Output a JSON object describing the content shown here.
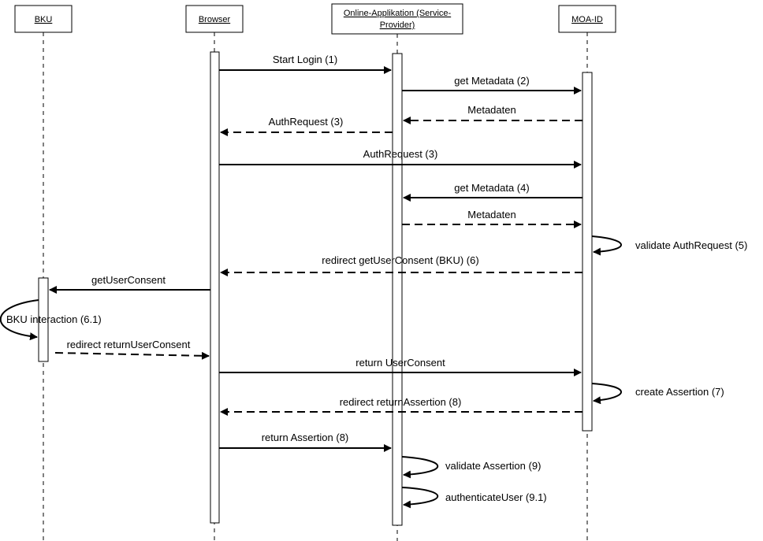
{
  "participants": {
    "bku": "BKU",
    "browser": "Browser",
    "app_line1": "Online-Applikation (Service-",
    "app_line2": "Provider)",
    "moaid": "MOA-ID"
  },
  "messages": {
    "start_login": "Start Login (1)",
    "get_metadata_2": "get Metadata (2)",
    "metadaten_1": "Metadaten",
    "authrequest_3a": "AuthRequest (3)",
    "authrequest_3b": "AuthRequest (3)",
    "get_metadata_4": "get Metadata (4)",
    "metadaten_2": "Metadaten",
    "validate_authrequest": "validate AuthRequest (5)",
    "redirect_getuserconsent": "redirect getUserConsent (BKU) (6)",
    "getuserconsent": "getUserConsent",
    "bku_interaction": "BKU interaction (6.1)",
    "redirect_returnuserconsent": "redirect returnUserConsent",
    "return_userconsent": "return UserConsent",
    "create_assertion": "create Assertion (7)",
    "redirect_returnassertion": "redirect returnAssertion (8)",
    "return_assertion": "return Assertion (8)",
    "validate_assertion": "validate Assertion (9)",
    "authenticate_user": "authenticateUser (9.1)"
  }
}
